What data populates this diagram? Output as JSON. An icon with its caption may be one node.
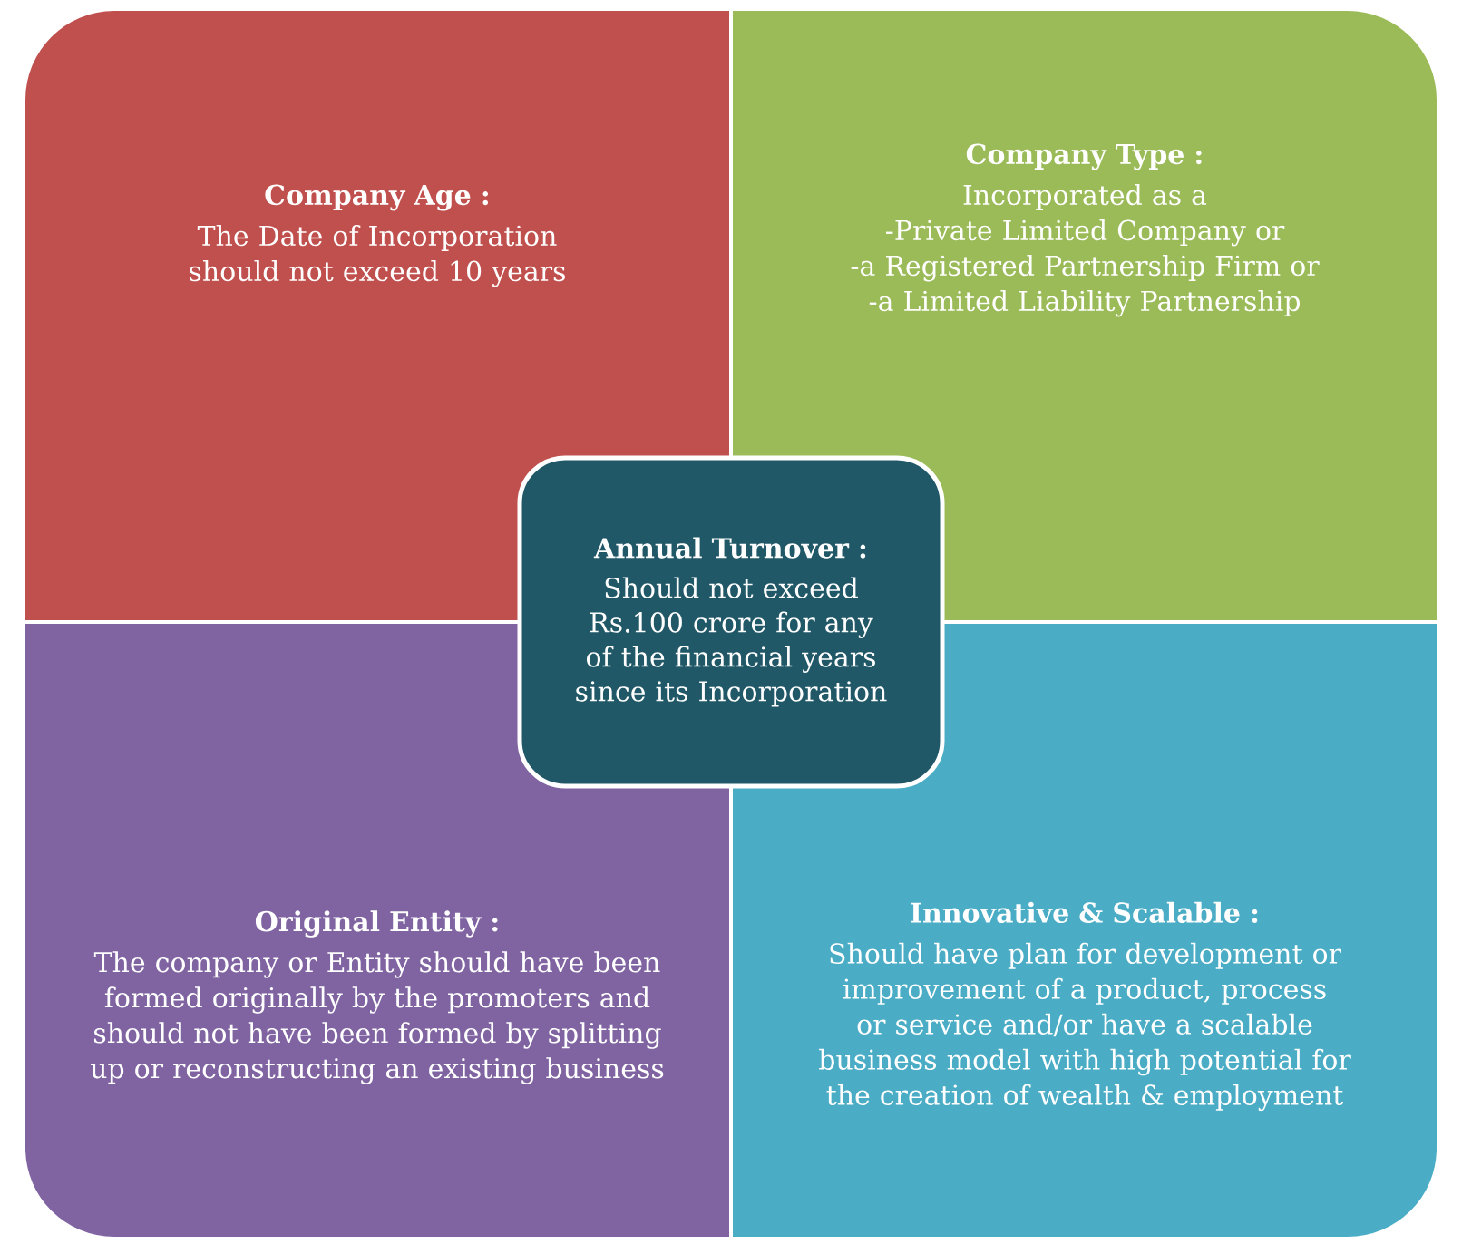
{
  "diagram": {
    "nodes": [
      {
        "text": [
          "Company Age :",
          "The Date of Incorporation should not exceed 10 years"
        ]
      },
      {
        "text": [
          "Company Type :",
          "Incorporated as a",
          "-Private Limited Company or",
          "-a Registered Partnership Firm or",
          "-a Limited Liability Partnership"
        ]
      },
      {
        "text": [
          "Annual Turnover :",
          "Should not exceed Rs.100 crore for any of the financial years since its Incorporation"
        ]
      },
      {
        "text": [
          "Original Entity :",
          "The company or Entity should have been formed originally by the promoters and should not have been formed by splitting up or reconstructing an existing business"
        ]
      },
      {
        "text": [
          "Innovative & Scalable :",
          "Should have plan for development or improvement of a product, process or service and/or have a scalable business model with high potential for the creation of wealth & employment"
        ]
      }
    ]
  }
}
